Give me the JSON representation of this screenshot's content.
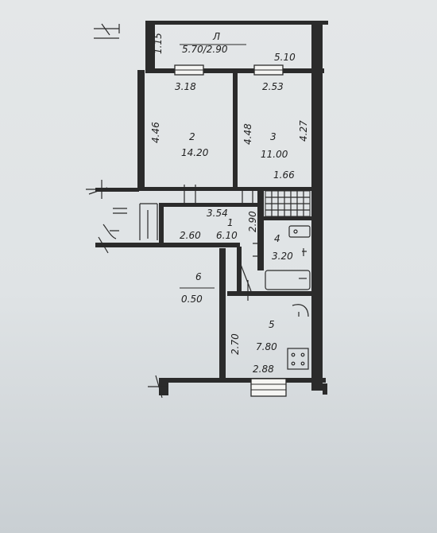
{
  "labels": {
    "balcony_name": "Л",
    "balcony_area": "5.70/2.90",
    "balcony_depth": "1.15",
    "balcony_len": "5.10",
    "r2_top": "3.18",
    "r3_top": "2.53",
    "r2_left": "4.46",
    "r2_num": "2",
    "r2_area": "14.20",
    "r3_left": "4.48",
    "r3_num": "3",
    "r3_area": "11.00",
    "r3_right": "4.27",
    "wc_w": "1.66",
    "hall_w": "3.54",
    "hall_num": "1",
    "hall_area": "6.10",
    "hall_h": "2.90",
    "hall_bottom": "2.60",
    "bath_num": "4",
    "bath_area": "3.20",
    "closet_num": "6",
    "closet_area": "0.50",
    "kitchen_num": "5",
    "kitchen_area": "7.80",
    "kitchen_h": "2.70",
    "kitchen_w": "2.88"
  }
}
